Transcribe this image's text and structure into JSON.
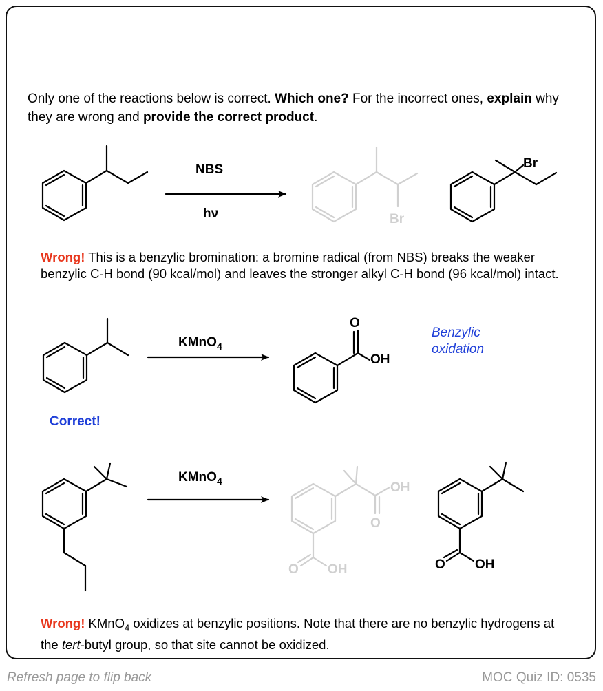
{
  "prompt": {
    "part1": "Only one of the reactions below is correct. ",
    "bold1": "Which one?",
    "part2": " For the incorrect ones, ",
    "bold2": "explain",
    "part3": " why they are wrong and ",
    "bold3": "provide the correct product",
    "part4": "."
  },
  "reaction1": {
    "reagent_top": "NBS",
    "reagent_bottom": "hν",
    "wrong_product_label": "Br",
    "correct_product_label": "Br",
    "verdict": "Wrong!",
    "explanation": " This is a benzylic bromination: a bromine radical (from NBS) breaks the weaker benzylic C-H bond (90 kcal/mol) and leaves the stronger alkyl C-H bond (96 kcal/mol) intact."
  },
  "reaction2": {
    "reagent_main": "KMnO",
    "reagent_sub": "4",
    "product_o": "O",
    "product_oh": "OH",
    "note_line1": "Benzylic",
    "note_line2": "oxidation",
    "verdict": "Correct!"
  },
  "reaction3": {
    "reagent_main": "KMnO",
    "reagent_sub": "4",
    "wrong_oh_top": "OH",
    "wrong_o_top": "O",
    "wrong_o_bottom": "O",
    "wrong_oh_bottom": "OH",
    "correct_o": "O",
    "correct_oh": "OH",
    "verdict": "Wrong!",
    "text1": " KMnO",
    "text1_sub": "4",
    "text2": " oxidizes at benzylic positions. Note that there are no benzylic hydrogens at the ",
    "text_italic": "tert",
    "text3": "-butyl group, so that site cannot be oxidized."
  },
  "footer": {
    "left": "Refresh page to flip back",
    "right": "MOC Quiz ID: 0535"
  },
  "colors": {
    "wrong": "#e8361c",
    "correct": "#1f3fd8",
    "faded": "#d0d0d0"
  }
}
